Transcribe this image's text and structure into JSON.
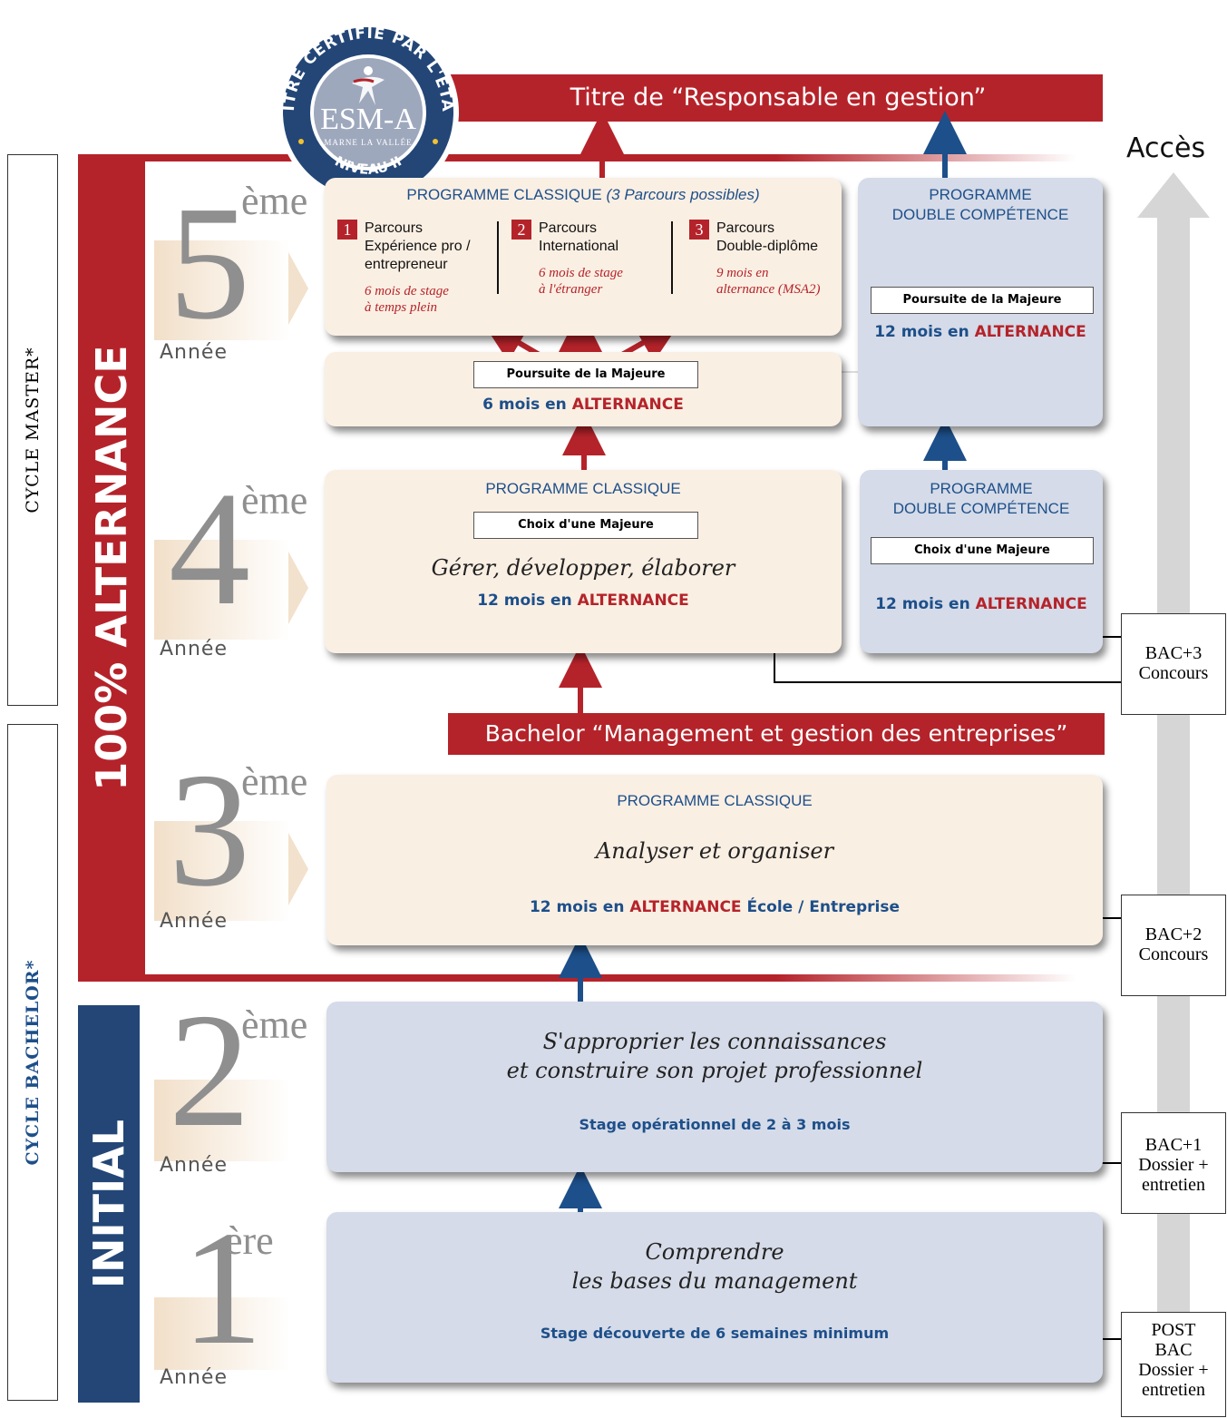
{
  "cycles": {
    "master": "CYCLE MASTER*",
    "bachelor": "CYCLE BACHELOR*"
  },
  "bands": {
    "alternance": "100% ALTERNANCE",
    "initial": "INITIAL"
  },
  "badge": {
    "ring_text": "TITRE CERTIFIE PAR L'ETAT",
    "logo": "ESM-A",
    "subtitle": "MARNE LA VALLÉE",
    "level": "NIVEAU II"
  },
  "titles": {
    "top": "Titre de “Responsable en gestion”",
    "bachelor": "Bachelor “Management et gestion des entreprises”"
  },
  "years": {
    "y5": {
      "num": "5",
      "sup": "ème",
      "label": "Année"
    },
    "y4": {
      "num": "4",
      "sup": "ème",
      "label": "Année"
    },
    "y3": {
      "num": "3",
      "sup": "ème",
      "label": "Année"
    },
    "y2": {
      "num": "2",
      "sup": "ème",
      "label": "Année"
    },
    "y1": {
      "num": "1",
      "sup": "ère",
      "label": "Année"
    }
  },
  "y5": {
    "classic_title": "PROGRAMME CLASSIQUE",
    "classic_subtitle": "(3 Parcours possibles)",
    "parcours": [
      {
        "num": "1",
        "lines": [
          "Parcours",
          "Expérience pro /",
          "entrepreneur"
        ],
        "detail": [
          "6 mois de stage",
          "à temps plein"
        ]
      },
      {
        "num": "2",
        "lines": [
          "Parcours",
          "International"
        ],
        "detail": [
          "6 mois de stage",
          "à l'étranger"
        ]
      },
      {
        "num": "3",
        "lines": [
          "Parcours",
          "Double-diplôme"
        ],
        "detail": [
          "9 mois en",
          "alternance (MSA2)"
        ]
      }
    ],
    "sub_boxed": "Poursuite de la Majeure",
    "sub_alt_prefix": "6 mois en",
    "sub_alt_word": "ALTERNANCE",
    "double_title": [
      "PROGRAMME",
      "DOUBLE COMPÉTENCE"
    ],
    "double_boxed": "Poursuite de la Majeure",
    "double_alt_prefix": "12 mois en",
    "double_alt_word": "ALTERNANCE"
  },
  "y4": {
    "classic_title": "PROGRAMME CLASSIQUE",
    "boxed": "Choix d'une Majeure",
    "italic": "Gérer, développer, élaborer",
    "alt_prefix": "12 mois en",
    "alt_word": "ALTERNANCE",
    "double_title": [
      "PROGRAMME",
      "DOUBLE COMPÉTENCE"
    ],
    "double_boxed": "Choix d'une Majeure",
    "double_alt_prefix": "12 mois en",
    "double_alt_word": "ALTERNANCE"
  },
  "y3": {
    "title": "PROGRAMME CLASSIQUE",
    "italic": "Analyser et organiser",
    "alt_prefix": "12 mois en",
    "alt_word": "ALTERNANCE",
    "alt_suffix": "École / Entreprise"
  },
  "y2": {
    "italic": [
      "S'approprier les connaissances",
      "et construire son projet professionnel"
    ],
    "stage": "Stage opérationnel de 2 à 3 mois"
  },
  "y1": {
    "italic": [
      "Comprendre",
      "les bases du management"
    ],
    "stage": "Stage découverte de 6 semaines minimum"
  },
  "access": {
    "title": "Accès",
    "entries": [
      {
        "lines": [
          "BAC+3",
          "Concours"
        ]
      },
      {
        "lines": [
          "BAC+2",
          "Concours"
        ]
      },
      {
        "lines": [
          "BAC+1",
          "Dossier +",
          "entretien"
        ]
      },
      {
        "lines": [
          "POST",
          "BAC",
          "Dossier +",
          "entretien"
        ]
      }
    ]
  },
  "colors": {
    "red": "#b5232a",
    "navy": "#1d4f8a",
    "band_initial": "#234677",
    "beige": "#faefe3",
    "lightblue": "#d5dbe8",
    "year_gray": "#8f8f8f"
  }
}
